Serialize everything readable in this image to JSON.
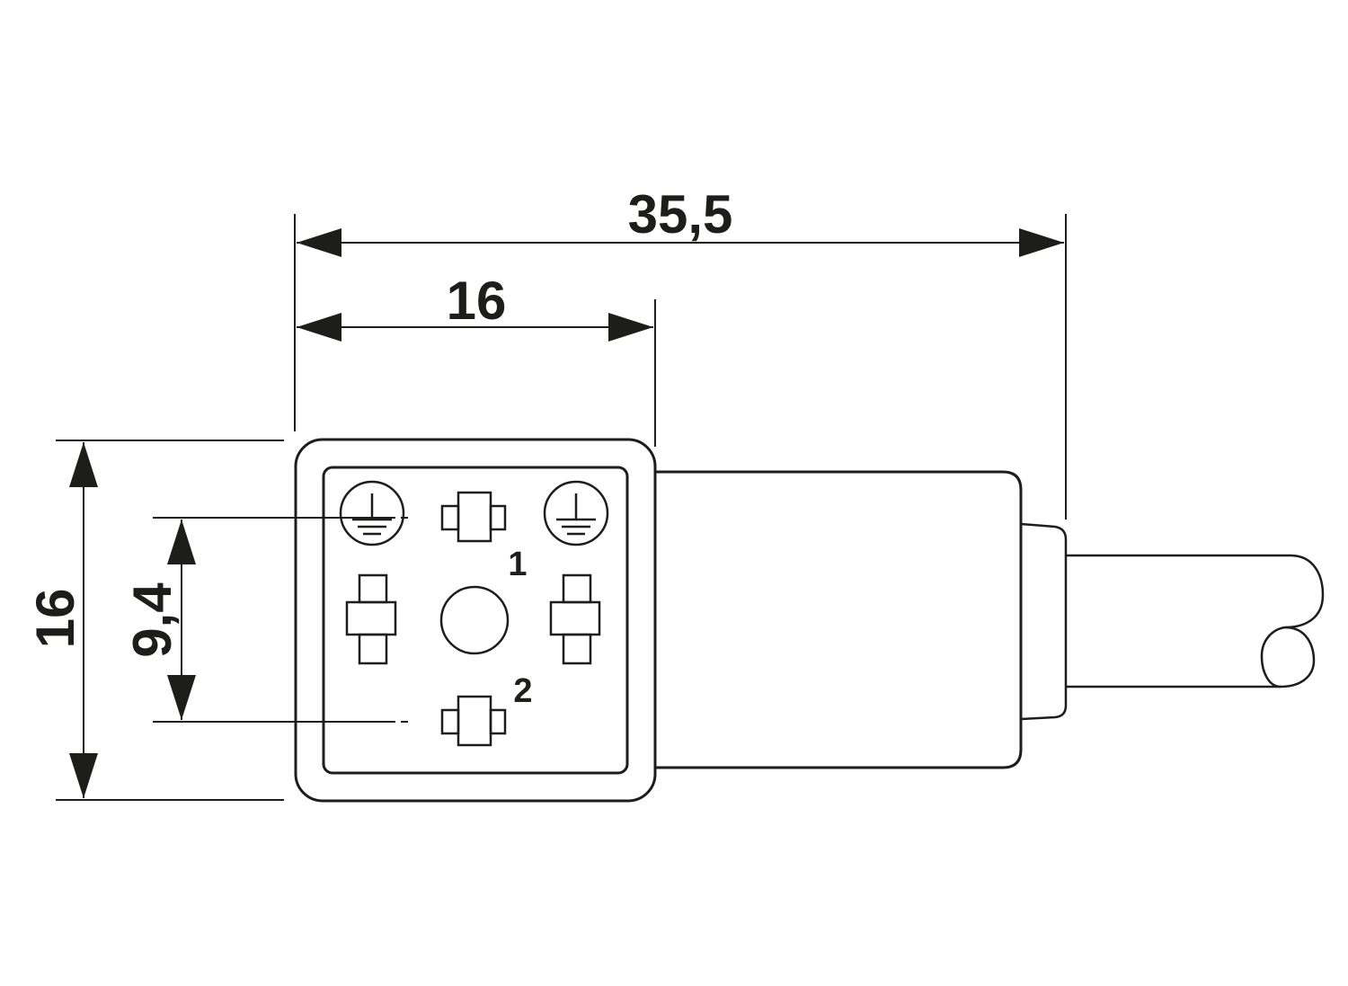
{
  "dimensions": {
    "overall_length": "35,5",
    "housing_width": "16",
    "housing_height": "16",
    "pin_spacing": "9,4"
  },
  "pin_labels": {
    "pin1": "1",
    "pin2": "2"
  },
  "colors": {
    "line": "#1d1d1b",
    "background": "#ffffff"
  }
}
